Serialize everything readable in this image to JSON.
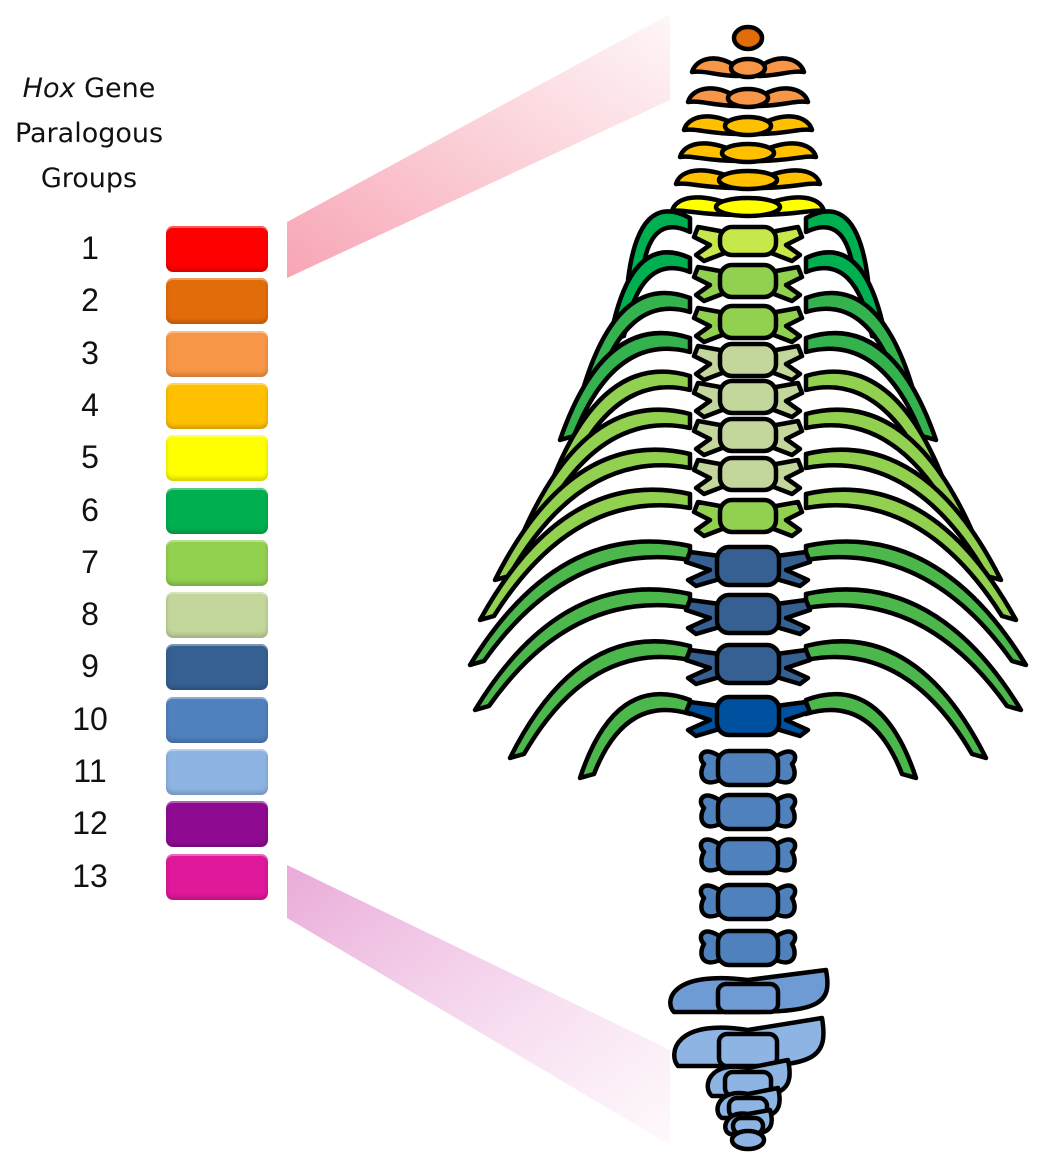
{
  "legend": {
    "title_italic": "Hox",
    "title_rest": " Gene",
    "title_line2": "Paralogous",
    "title_line3": "Groups",
    "groups": [
      {
        "label": "1",
        "color": "#FF0000"
      },
      {
        "label": "2",
        "color": "#E36C0A"
      },
      {
        "label": "3",
        "color": "#F79646"
      },
      {
        "label": "4",
        "color": "#FFC000"
      },
      {
        "label": "5",
        "color": "#FFFF00"
      },
      {
        "label": "6",
        "color": "#00B050"
      },
      {
        "label": "7",
        "color": "#92D050"
      },
      {
        "label": "8",
        "color": "#C3D69B"
      },
      {
        "label": "9",
        "color": "#366092"
      },
      {
        "label": "10",
        "color": "#4F81BD"
      },
      {
        "label": "11",
        "color": "#8DB4E2"
      },
      {
        "label": "12",
        "color": "#8E0A91"
      },
      {
        "label": "13",
        "color": "#E0189A"
      }
    ]
  },
  "skeleton": {
    "cervical_colors": [
      "#E36C0A",
      "#F79646",
      "#F79646",
      "#FFC000",
      "#FFC000",
      "#FFC000",
      "#FFFF00"
    ],
    "thoracic_colors": [
      "#C6E84A",
      "#92D050",
      "#92D050",
      "#C3D69B",
      "#C3D69B",
      "#C3D69B",
      "#C3D69B",
      "#92D050",
      "#366092",
      "#366092",
      "#366092",
      "#0050A0"
    ],
    "lumbar_colors": [
      "#4F81BD",
      "#4F81BD",
      "#4F81BD",
      "#4F81BD",
      "#4F81BD",
      "#4F81BD"
    ],
    "sacral_colors": [
      "#6E9BD3",
      "#8DB4E2",
      "#8DB4E2",
      "#8DB4E2",
      "#8DB4E2",
      "#8DB4E2"
    ],
    "rib_colors": [
      "#00B050",
      "#00B050",
      "#33B24E",
      "#33B24E",
      "#92D050",
      "#92D050",
      "#92D050",
      "#92D050",
      "#4CB84C",
      "#4CB84C",
      "#4CB84C",
      "#4CB84C"
    ]
  }
}
